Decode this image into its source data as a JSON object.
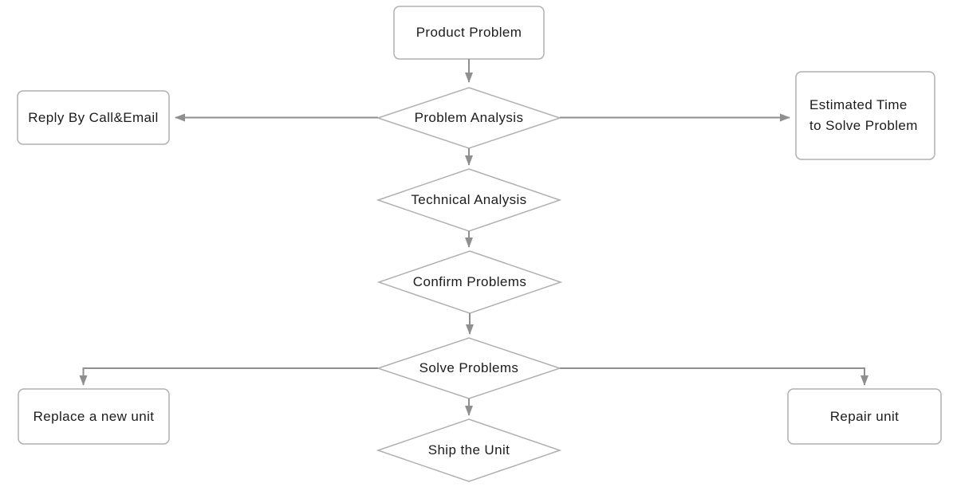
{
  "diagram": {
    "type": "flowchart",
    "colors": {
      "background": "#ffffff",
      "shape_fill": "#ffffff",
      "shape_border": "#b0b0b0",
      "connector": "#8f8f8f",
      "text": "#1c1c1c"
    },
    "nodes": {
      "product_problem": {
        "label": "Product Problem",
        "shape": "process"
      },
      "problem_analysis": {
        "label": "Problem Analysis",
        "shape": "decision"
      },
      "reply_by_call_email": {
        "label": "Reply By Call&Email",
        "shape": "process"
      },
      "estimated_time": {
        "label": "Estimated Time\nto Solve Problem",
        "shape": "process"
      },
      "technical_analysis": {
        "label": "Technical Analysis",
        "shape": "decision"
      },
      "confirm_problems": {
        "label": "Confirm Problems",
        "shape": "decision"
      },
      "solve_problems": {
        "label": "Solve Problems",
        "shape": "decision"
      },
      "replace_new_unit": {
        "label": "Replace a new unit",
        "shape": "process"
      },
      "repair_unit": {
        "label": "Repair unit",
        "shape": "process"
      },
      "ship_the_unit": {
        "label": "Ship the Unit",
        "shape": "decision"
      }
    },
    "edges": [
      {
        "from": "product_problem",
        "to": "problem_analysis"
      },
      {
        "from": "problem_analysis",
        "to": "reply_by_call_email"
      },
      {
        "from": "problem_analysis",
        "to": "estimated_time"
      },
      {
        "from": "problem_analysis",
        "to": "technical_analysis"
      },
      {
        "from": "technical_analysis",
        "to": "confirm_problems"
      },
      {
        "from": "confirm_problems",
        "to": "solve_problems"
      },
      {
        "from": "solve_problems",
        "to": "replace_new_unit"
      },
      {
        "from": "solve_problems",
        "to": "repair_unit"
      },
      {
        "from": "solve_problems",
        "to": "ship_the_unit"
      }
    ]
  }
}
